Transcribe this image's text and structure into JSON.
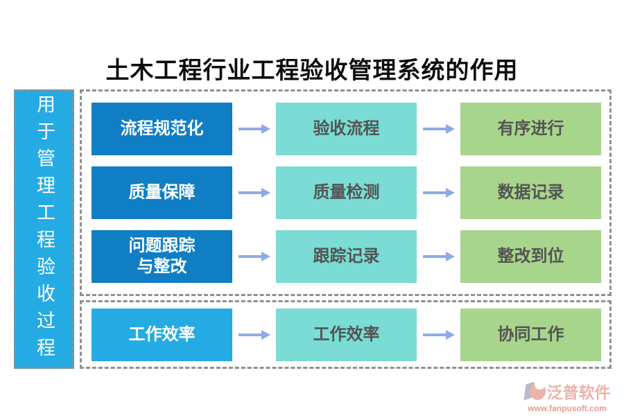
{
  "title": "土木工程行业工程验收管理系统的作用",
  "sidebar": {
    "label": "用于管理工程验收过程"
  },
  "groups": [
    {
      "rows": [
        {
          "cause": "流程规范化",
          "process": "验收流程",
          "result": "有序进行"
        },
        {
          "cause": "质量保障",
          "process": "质量检测",
          "result": "数据记录"
        },
        {
          "cause": "问题跟踪\n与整改",
          "process": "跟踪记录",
          "result": "整改到位"
        }
      ]
    },
    {
      "rows": [
        {
          "cause": "工作效率",
          "process": "工作效率",
          "result": "协同工作"
        }
      ]
    }
  ],
  "colors": {
    "dark_blue": "#107ec4",
    "light_blue": "#25abe3",
    "teal": "#7adcd4",
    "green": "#a8d58c",
    "arrow": "#8fa9e6",
    "dashed_border": "#8f8f8f"
  },
  "footer": {
    "brand": "泛普软件",
    "website": "www.fanpusoft.com"
  }
}
